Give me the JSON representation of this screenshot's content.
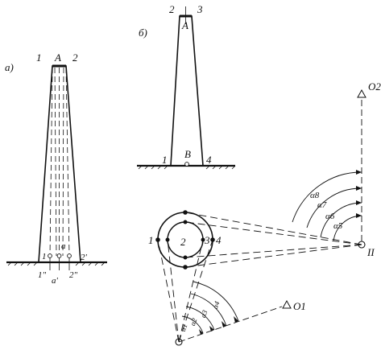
{
  "figure_a": {
    "panel_label": "а)",
    "top_point": "A",
    "top_left": "1",
    "top_right": "2",
    "base_left": "1",
    "base_mid": "a",
    "base_right": "2'",
    "below_left": "1\"",
    "below_mid": "a'",
    "below_right": "2\""
  },
  "figure_b": {
    "panel_label": "б)",
    "top_left": "2",
    "top_right": "3",
    "top_point": "A",
    "base_left": "1",
    "base_mid": "B",
    "base_right": "4"
  },
  "figure_plan": {
    "left_label": "1",
    "center_label": "2",
    "right_label3": "3",
    "right_label4": "4",
    "station_2_label": "II",
    "target_o2": "O2",
    "target_o1": "O1",
    "angles_right": [
      "α8",
      "α7",
      "α6",
      "α5"
    ],
    "angles_bottom": [
      "α1",
      "α2",
      "α3",
      "α4"
    ]
  },
  "colors": {
    "ink": "#111111",
    "paper": "#ffffff"
  }
}
